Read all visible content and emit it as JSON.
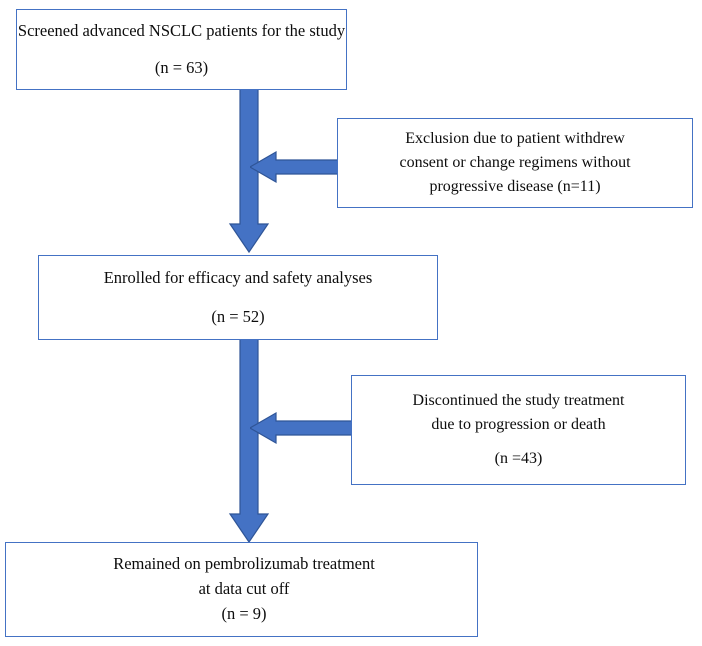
{
  "diagram": {
    "title": "NSCLC pembrolizumab study patient flow",
    "colors": {
      "border": "#4472C4",
      "arrow_fill": "#4472C4",
      "arrow_stroke": "#2F5597",
      "background": "#FFFFFF",
      "text": "#0D0D0D"
    },
    "nodes": [
      {
        "id": "screened",
        "lines": [
          "Screened advanced NSCLC patients for the study",
          "(n = 63)"
        ]
      },
      {
        "id": "exclusion",
        "lines": [
          "Exclusion due to patient withdrew",
          "consent or change regimens without",
          "progressive disease (n=11)"
        ]
      },
      {
        "id": "enrolled",
        "lines": [
          "Enrolled for efficacy and safety analyses",
          "(n = 52)"
        ]
      },
      {
        "id": "discontinued",
        "lines": [
          "Discontinued the study treatment",
          "due to progression or death",
          "(n =43)"
        ]
      },
      {
        "id": "remained",
        "lines": [
          "Remained on pembrolizumab treatment",
          "at data cut off",
          "(n = 9)"
        ]
      }
    ],
    "edges": [
      {
        "id": "v1",
        "from": "screened",
        "to": "enrolled",
        "direction": "down"
      },
      {
        "id": "v2",
        "from": "enrolled",
        "to": "remained",
        "direction": "down"
      },
      {
        "id": "h1",
        "from": "exclusion",
        "to": "v1",
        "direction": "left"
      },
      {
        "id": "h2",
        "from": "discontinued",
        "to": "v2",
        "direction": "left"
      }
    ]
  }
}
